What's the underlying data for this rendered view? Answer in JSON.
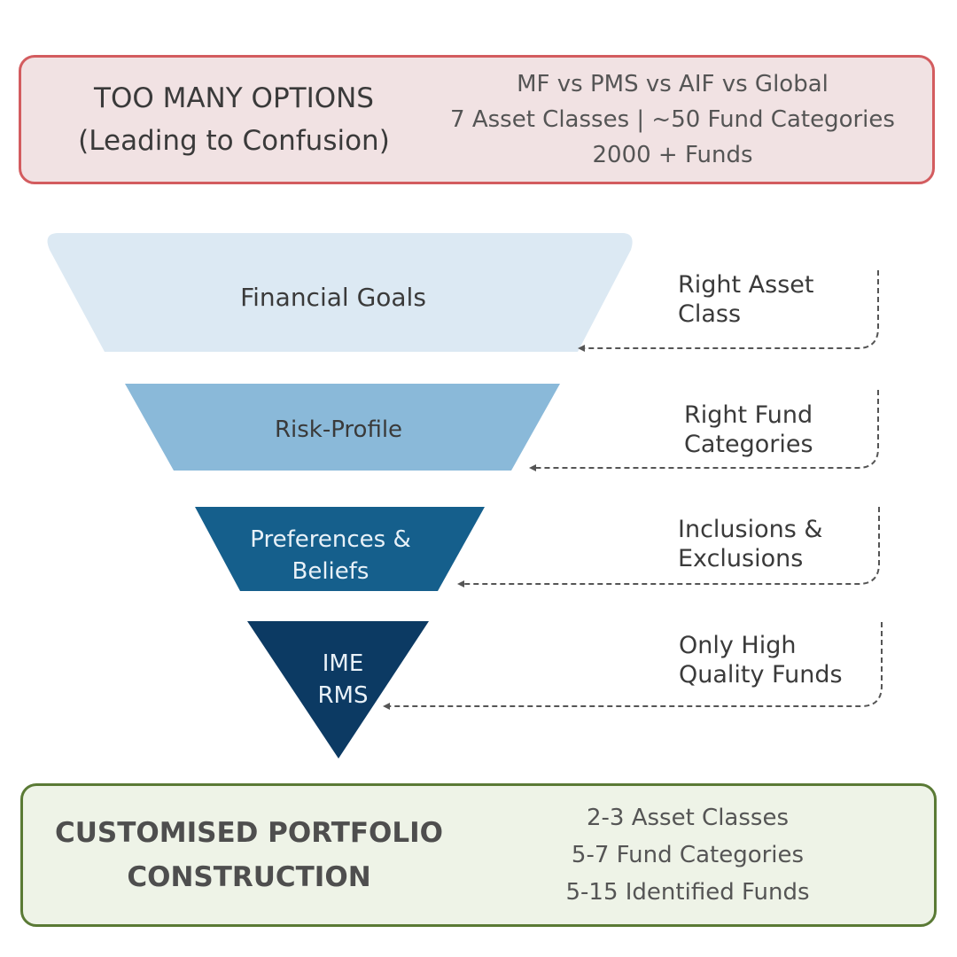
{
  "top_box": {
    "title_line1": "TOO MANY OPTIONS",
    "title_line2": "(Leading to Confusion)",
    "details": [
      "MF vs PMS vs AIF vs Global",
      "7 Asset Classes | ~50 Fund Categories",
      "2000 + Funds"
    ],
    "bg_color": "#f1e2e3",
    "border_color": "#d35c5f"
  },
  "funnel": {
    "stages": [
      {
        "line1": "Financial Goals",
        "line2": "",
        "color": "#dce9f3",
        "text_color": "#3a3a3a"
      },
      {
        "line1": "Risk-Profile",
        "line2": "",
        "color": "#8ab9d9",
        "text_color": "#3a3a3a"
      },
      {
        "line1": "Preferences &",
        "line2": "Beliefs",
        "color": "#155f8c",
        "text_color": "#e8f1f8"
      },
      {
        "line1": "IME",
        "line2": "RMS",
        "color": "#0c3a63",
        "text_color": "#e8f1f8"
      }
    ]
  },
  "filters": [
    {
      "line1": "Right Asset",
      "line2": "Class"
    },
    {
      "line1": "Right Fund",
      "line2": "Categories"
    },
    {
      "line1": "Inclusions &",
      "line2": "Exclusions"
    },
    {
      "line1": "Only High",
      "line2": "Quality Funds"
    }
  ],
  "bottom_box": {
    "title_line1": "CUSTOMISED PORTFOLIO",
    "title_line2": "CONSTRUCTION",
    "details": [
      "2-3 Asset Classes",
      "5-7 Fund Categories",
      "5-15 Identified Funds"
    ],
    "bg_color": "#eef3e7",
    "border_color": "#5a7a35"
  }
}
